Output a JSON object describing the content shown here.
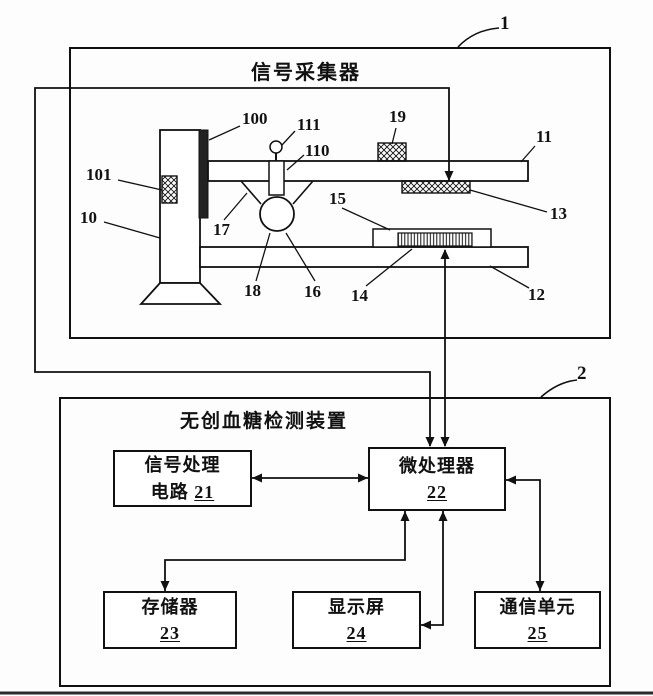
{
  "colors": {
    "ink": "#111111",
    "background": "#ffffff"
  },
  "figure": {
    "collector": {
      "ref_label": "1",
      "title": "信号采集器",
      "parts": {
        "p100": "100",
        "p111": "111",
        "p110": "110",
        "p19": "19",
        "p11": "11",
        "p101": "101",
        "p10": "10",
        "p13": "13",
        "p17": "17",
        "p15": "15",
        "p18": "18",
        "p16": "16",
        "p14": "14",
        "p12": "12"
      }
    },
    "device": {
      "ref_label": "2",
      "title": "无创血糖检测装置",
      "blocks": {
        "signal_circuit": {
          "line1": "信号处理",
          "line2": "电路",
          "ref": "21"
        },
        "micro": {
          "line1": "微处理器",
          "ref": "22"
        },
        "memory": {
          "line1": "存储器",
          "ref": "23"
        },
        "display": {
          "line1": "显示屏",
          "ref": "24"
        },
        "comm": {
          "line1": "通信单元",
          "ref": "25"
        }
      }
    }
  }
}
